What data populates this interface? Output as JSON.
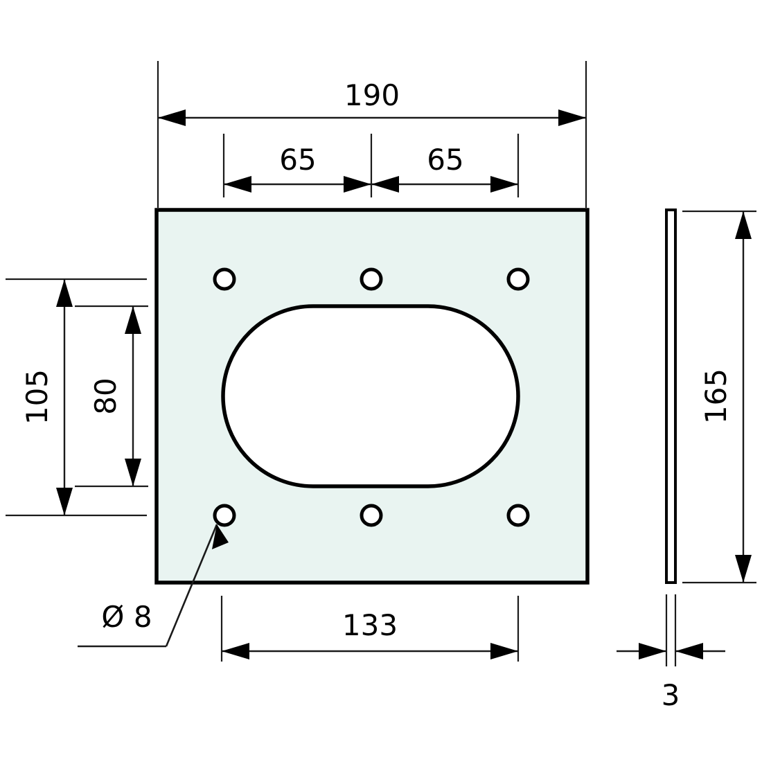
{
  "drawing": {
    "title": "Mounting Plate Technical Drawing",
    "unit": "mm",
    "colors": {
      "part_fill": "#e9f4f1",
      "outline": "#000000",
      "cutout_fill": "#ffffff",
      "dimension": "#1a1a1a",
      "background": "#ffffff"
    }
  },
  "front_view": {
    "name": "front-view",
    "plate": {
      "width": 190,
      "height": 165
    },
    "cutout": {
      "label": "rounded-slot",
      "width": 133,
      "height": 80
    },
    "holes": {
      "count": 6,
      "diameter": 8,
      "columns": 3,
      "rows": 2,
      "column_spacing": 65,
      "row_spacing": 105
    }
  },
  "side_view": {
    "name": "side-view",
    "thickness": 3,
    "height": 165
  },
  "dimensions": {
    "overall_width": "190",
    "hole_pitch_left": "65",
    "hole_pitch_right": "65",
    "row_spacing": "105",
    "cutout_height": "80",
    "hole_span_width": "133",
    "side_height": "165",
    "thickness": "3",
    "hole_diameter": "Ø 8"
  },
  "labels": {
    "diameter_symbol": "Ø",
    "diameter_value": "8"
  }
}
